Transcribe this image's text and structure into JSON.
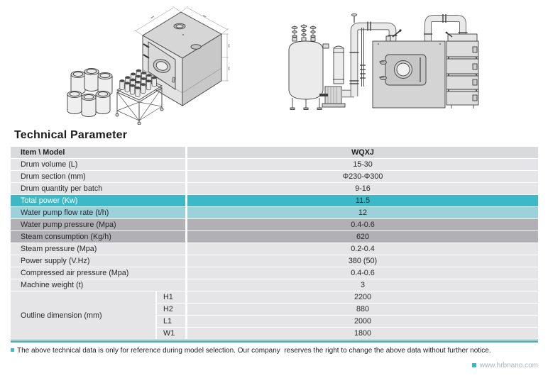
{
  "title": "Technical Parameter",
  "colors": {
    "teal": "#3cb8c6",
    "teal_light": "#9cd1d9",
    "gray": "#b1b1b5",
    "light_row": "#e5e5e7",
    "header_row": "#d9dadc"
  },
  "table": {
    "header": {
      "item": "Item \\ Model",
      "model": "WQXJ"
    },
    "rows": [
      {
        "label": "Drum volume (L)",
        "value": "15-30",
        "style": "light"
      },
      {
        "label": "Drum section (mm)",
        "value": "Φ230-Φ300",
        "style": "light"
      },
      {
        "label": "Drum quantity per batch",
        "value": "9-16",
        "style": "light"
      },
      {
        "label": "Total power (Kw)",
        "value": "11.5",
        "style": "teal"
      },
      {
        "label": "Water pump flow rate (t/h)",
        "value": "12",
        "style": "teallight"
      },
      {
        "label": "Water pump pressure (Mpa)",
        "value": "0.4-0.6",
        "style": "gray"
      },
      {
        "label": "Steam consumption (Kg/h)",
        "value": "620",
        "style": "gray"
      },
      {
        "label": "Steam pressure (Mpa)",
        "value": "0.2-0.4",
        "style": "light"
      },
      {
        "label": "Power supply (V.Hz)",
        "value": "380 (50)",
        "style": "light"
      },
      {
        "label": "Compressed air pressure (Mpa)",
        "value": "0.4-0.6",
        "style": "light"
      },
      {
        "label": "Machine weight (t)",
        "value": "3",
        "style": "light"
      }
    ],
    "outline": {
      "label": "Outline dimension (mm)",
      "dims": [
        {
          "name": "H1",
          "value": "2200"
        },
        {
          "name": "H2",
          "value": "880"
        },
        {
          "name": "L1",
          "value": "2000"
        },
        {
          "name": "W1",
          "value": "1800"
        }
      ]
    }
  },
  "footnote": "The above technical data is only for reference during model selection. Our company  reserves the right to change the above data without further notice.",
  "watermark": "www.hrbnano.com",
  "drawings": {
    "left": "isometric-washing-machine-with-drums-and-bottle-rack",
    "right": "process-flow-tank-pump-chamber-filter-column"
  }
}
